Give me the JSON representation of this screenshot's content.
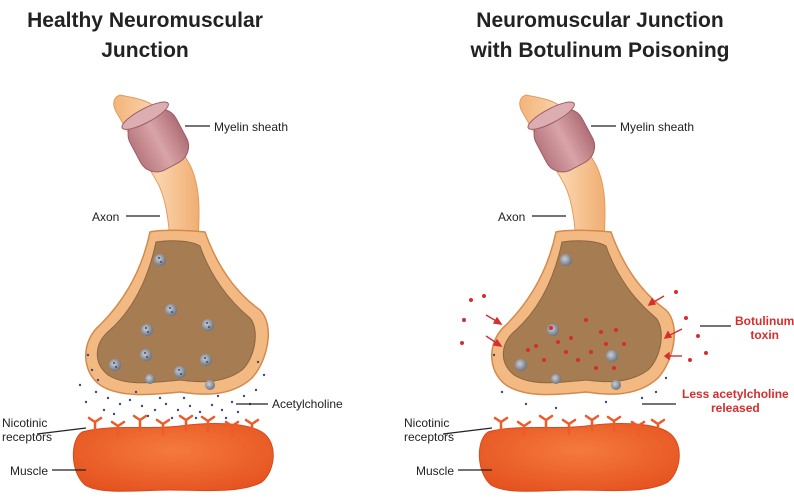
{
  "left_panel": {
    "title_line1": "Healthy Neuromuscular",
    "title_line2": "Junction",
    "labels": {
      "myelin": "Myelin sheath",
      "axon": "Axon",
      "acetylcholine": "Acetylcholine",
      "receptors_line1": "Nicotinic",
      "receptors_line2": "receptors",
      "muscle": "Muscle"
    }
  },
  "right_panel": {
    "title_line1": "Neuromuscular  Junction",
    "title_line2": "with Botulinum Poisoning",
    "labels": {
      "myelin": "Myelin sheath",
      "axon": "Axon",
      "toxin_line1": "Botulinum",
      "toxin_line2": "toxin",
      "less_ach_line1": "Less acetylcholine",
      "less_ach_line2": "released",
      "receptors_line1": "Nicotinic",
      "receptors_line2": "receptors",
      "muscle": "Muscle"
    }
  },
  "colors": {
    "axon": "#f6c08f",
    "myelin": "#c98a90",
    "terminal": "#a67c52",
    "muscle": "#ee5a28",
    "toxin": "#d42e2e",
    "vesicle": "#8d939c",
    "neurotransmitter": "#3b4b7a"
  }
}
